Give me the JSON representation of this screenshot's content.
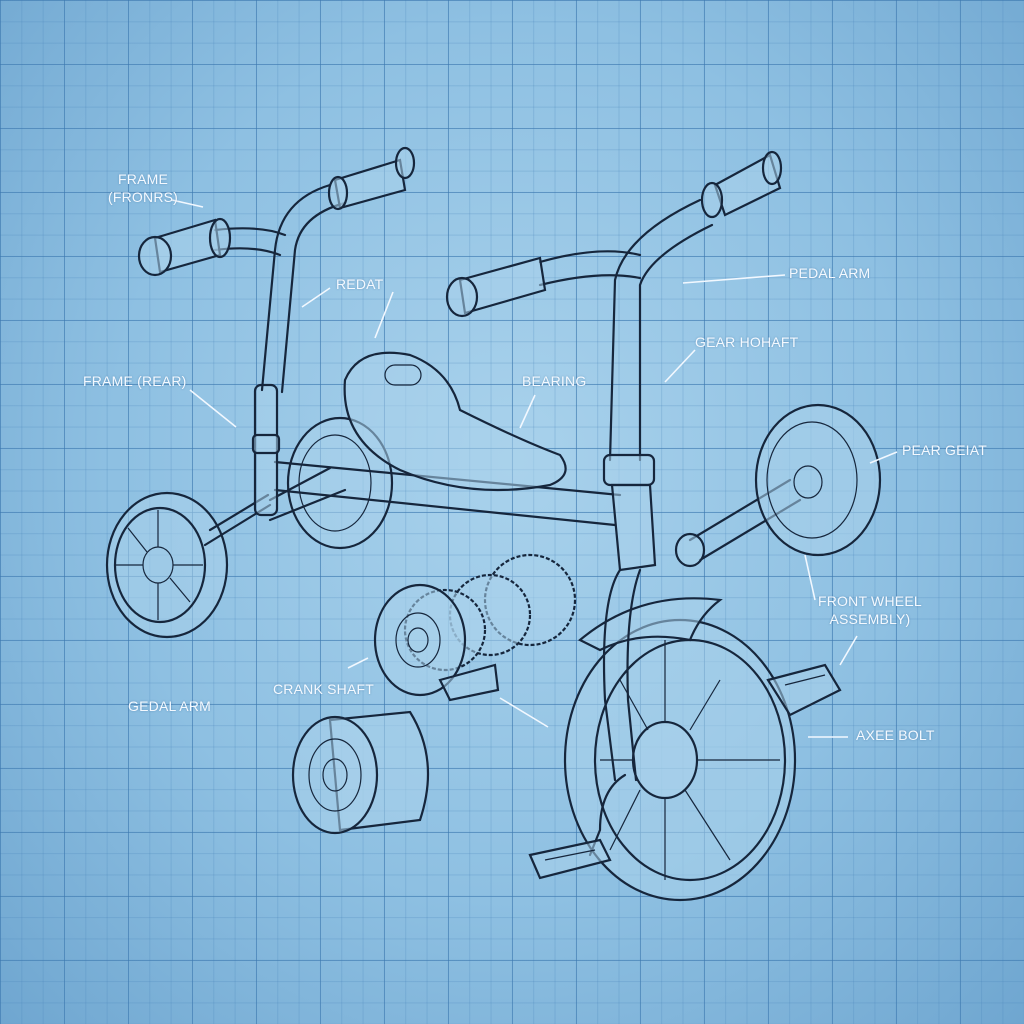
{
  "labels": {
    "frame_front_1": "FRAME",
    "frame_front_2": "(FRONRS)",
    "redat": "REDAT",
    "frame_rear": "FRAME (REAR)",
    "pedal_arm_top": "PEDAL ARM",
    "gear_shaft": "GEAR HOHAFT",
    "bearing": "BEARING",
    "pear_gear": "PEAR GEIAT",
    "front_wheel_1": "FRONT WHEEL",
    "front_wheel_2": "ASSEMBLY)",
    "crank_shaft": "CRANK SHAFT",
    "gedal_arm": "GEDAL ARM",
    "axle_bolt": "AXEE BOLT"
  },
  "colors": {
    "background": "#8ec0e2",
    "line": "#16263c",
    "label": "#f4f9ff"
  }
}
